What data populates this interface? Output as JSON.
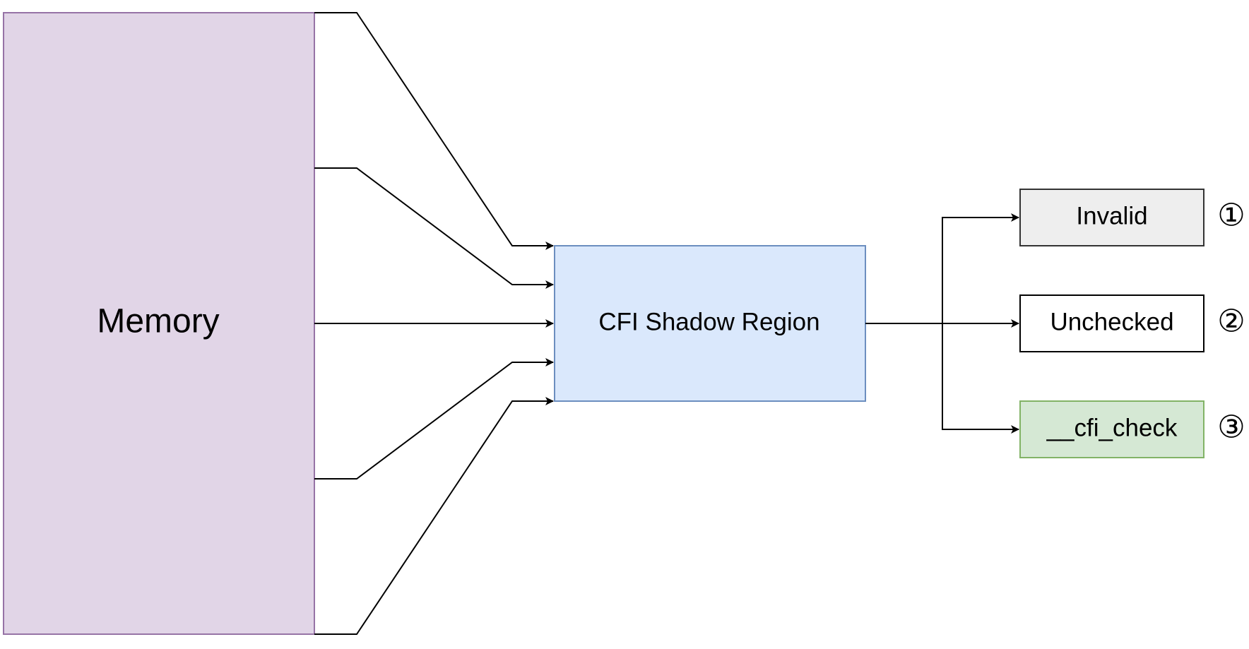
{
  "nodes": {
    "memory": {
      "label": "Memory",
      "fill": "#e1d5e7",
      "stroke": "#9673a6"
    },
    "shadow": {
      "label": "CFI Shadow Region",
      "fill": "#dae8fc",
      "stroke": "#6c8ebf"
    },
    "invalid": {
      "label": "Invalid",
      "fill": "#eeeeee",
      "stroke": "#333333",
      "marker": "①"
    },
    "unchecked": {
      "label": "Unchecked",
      "fill": "#ffffff",
      "stroke": "#000000",
      "marker": "②"
    },
    "cfi_check": {
      "label": "__cfi_check",
      "fill": "#d5e8d4",
      "stroke": "#82b366",
      "marker": "③"
    }
  },
  "edges": [
    {
      "from": "memory",
      "to": "shadow"
    },
    {
      "from": "memory",
      "to": "shadow"
    },
    {
      "from": "memory",
      "to": "shadow"
    },
    {
      "from": "memory",
      "to": "shadow"
    },
    {
      "from": "memory",
      "to": "shadow"
    },
    {
      "from": "shadow",
      "to": "invalid"
    },
    {
      "from": "shadow",
      "to": "unchecked"
    },
    {
      "from": "shadow",
      "to": "cfi_check"
    }
  ]
}
